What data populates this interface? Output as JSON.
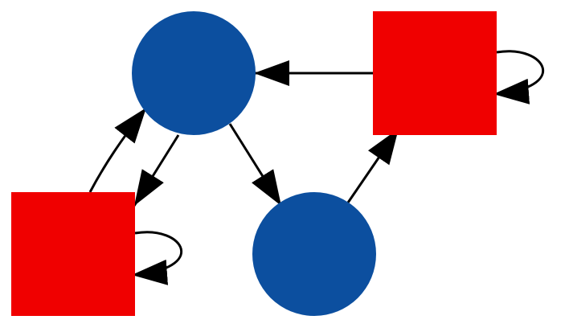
{
  "diagram": {
    "type": "directed-graph",
    "colors": {
      "circle": "#0c4f9f",
      "square": "#f00000",
      "edge": "#000000",
      "background": "#ffffff"
    },
    "nodes": [
      {
        "id": "c1",
        "shape": "circle",
        "color": "#0c4f9f"
      },
      {
        "id": "c2",
        "shape": "circle",
        "color": "#0c4f9f"
      },
      {
        "id": "s1",
        "shape": "square",
        "color": "#f00000"
      },
      {
        "id": "s2",
        "shape": "square",
        "color": "#f00000"
      }
    ],
    "edges": [
      {
        "from": "s1",
        "to": "c1"
      },
      {
        "from": "c1",
        "to": "s2"
      },
      {
        "from": "s2",
        "to": "c1"
      },
      {
        "from": "c1",
        "to": "c2"
      },
      {
        "from": "c2",
        "to": "s1"
      },
      {
        "from": "s1",
        "to": "s1"
      },
      {
        "from": "s2",
        "to": "s2"
      }
    ]
  }
}
